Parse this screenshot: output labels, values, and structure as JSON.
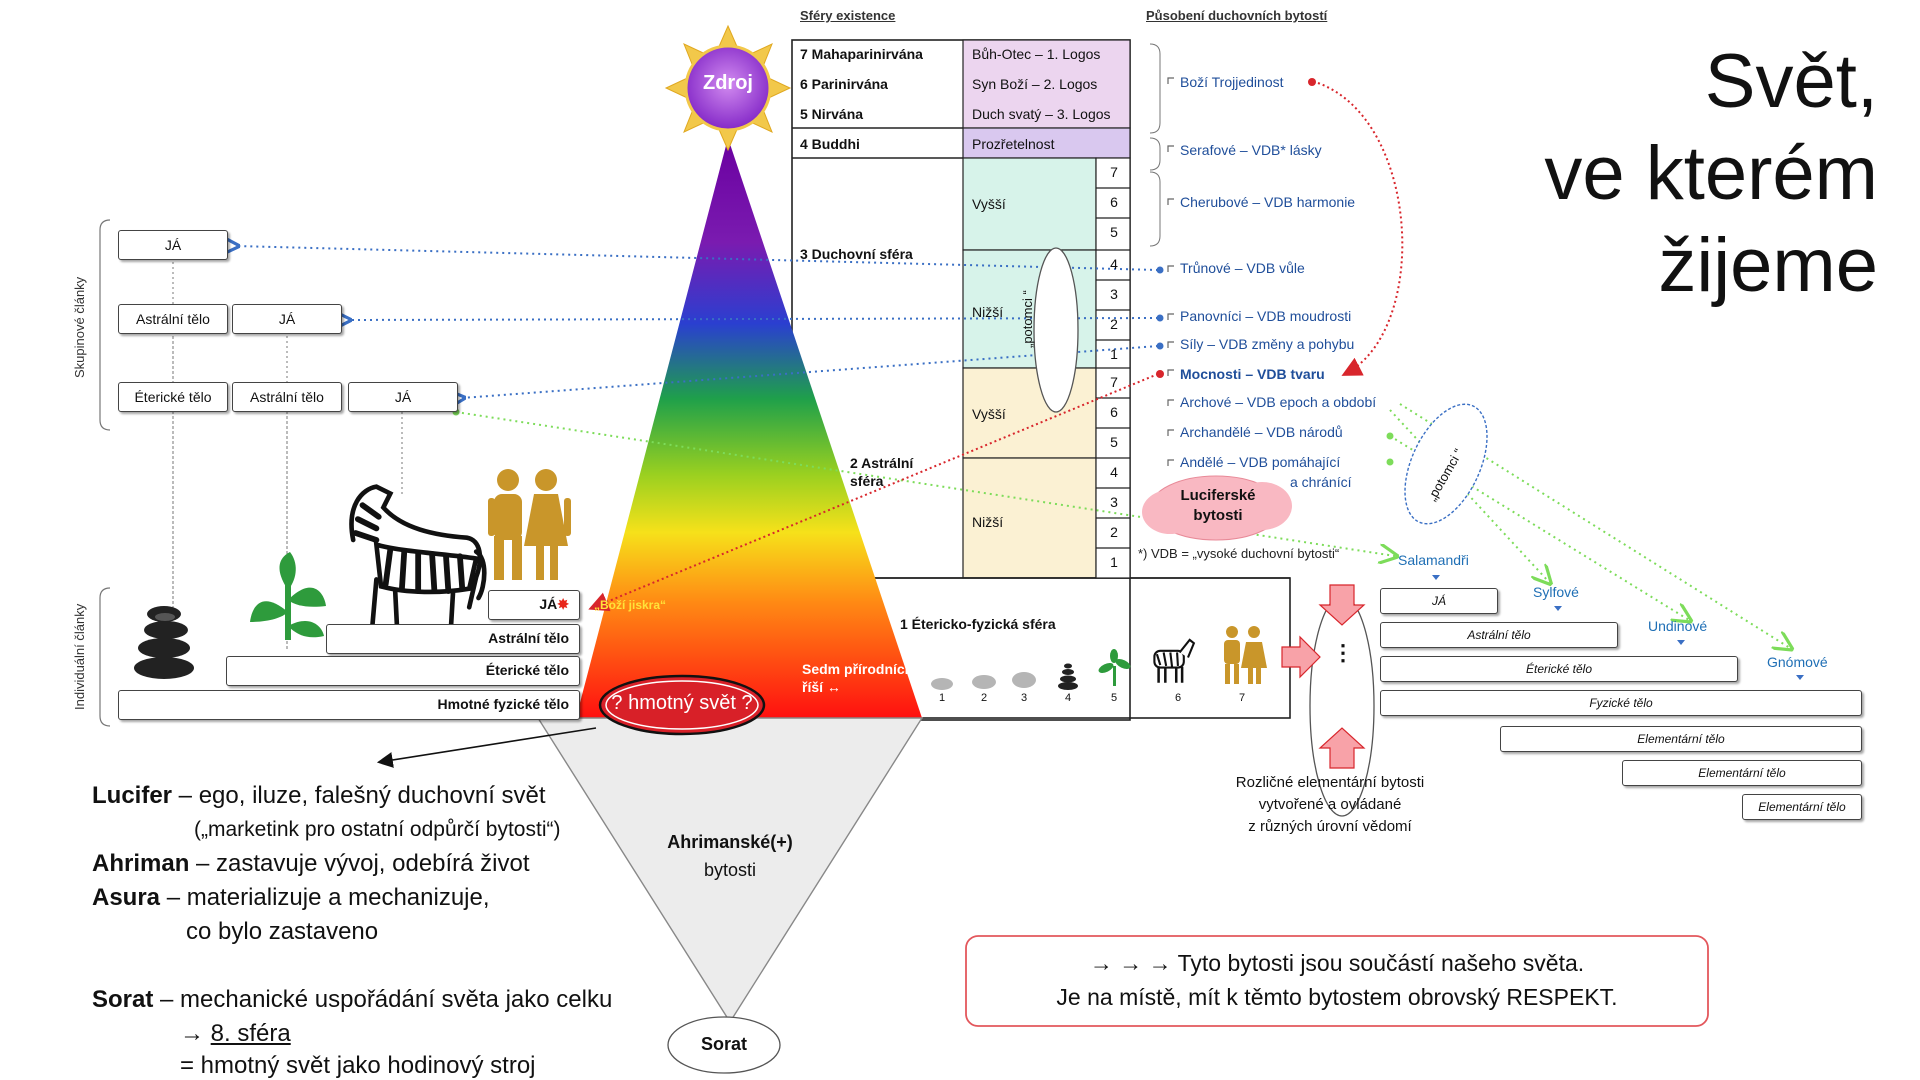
{
  "title": {
    "line1": "Svět,",
    "line2": "ve kterém",
    "line3": "žijeme"
  },
  "headers": {
    "spheres": "Sféry existence",
    "beings": "Působení duchovních bytostí"
  },
  "source": "Zdroj",
  "spheres": {
    "s7": "7 Mahaparinirvána",
    "s6": "6 Parinirvána",
    "s5": "5 Nirvána",
    "s4": "4 Buddhi",
    "s3": "3 Duchovní sféra",
    "s2": "2 Astrální sféra",
    "s1": "1 Étericko-fyzická sféra",
    "seven_kingdoms": "Sedm přírodních říší",
    "logos": [
      "Bůh-Otec – 1. Logos",
      "Syn Boží – 2. Logos",
      "Duch svatý – 3. Logos"
    ],
    "providence": "Prozřetelnost",
    "upper": "Vyšší",
    "lower": "Nižší",
    "numbers": [
      "7",
      "6",
      "5",
      "4",
      "3",
      "2",
      "1"
    ],
    "kingdom_numbers": [
      "1",
      "2",
      "3",
      "4",
      "5",
      "6",
      "7"
    ]
  },
  "beings": {
    "trinity": "Boží Trojjedinost",
    "seraphim": "Serafové – VDB* lásky",
    "cherubim": "Cherubové – VDB harmonie",
    "thrones": "Trůnové – VDB vůle",
    "dominions": "Panovníci – VDB moudrosti",
    "virtues": "Síly – VDB změny a pohybu",
    "powers": "Mocnosti – VDB tvaru",
    "archai": "Archové – VDB epoch a období",
    "archangels": "Archandělé – VDB národů",
    "angels": "Andělé – VDB  pomáhající",
    "angels2": "a chránící",
    "footnote": "*) VDB = „vysoké duchovní bytosti“",
    "luciferic": "Luciferské bytosti",
    "potomci": "„potomci “"
  },
  "left": {
    "group_label": "Skupinové články",
    "individual_label": "Individuální články",
    "ja": "JÁ",
    "astral": "Astrální tělo",
    "etheric": "Éterické tělo",
    "physical": "Hmotné fyzické tělo",
    "spark": "„Boží jiskra“"
  },
  "material_world": "? hmotný svět ?",
  "elemental": {
    "salamanders": "Salamandři",
    "sylphs": "Sylfové",
    "undines": "Undinové",
    "gnomes": "Gnómové",
    "ja": "JÁ",
    "astral": "Astrální tělo",
    "etheric": "Éterické tělo",
    "physical": "Fyzické tělo",
    "elemental_body": "Elementární tělo",
    "caption": [
      "Rozličné elementární bytosti",
      "vytvořené a ovládané",
      "z různých úrovní vědomí"
    ],
    "dots": "⋮"
  },
  "ahriman_beings": {
    "line1": "Ahrimanské(+)",
    "line2": "bytosti"
  },
  "sorat": "Sorat",
  "lower_text": {
    "lucifer_name": "Lucifer",
    "lucifer_desc": " – ego, iluze, falešný duchovní svět",
    "lucifer_note": "(„marketink pro ostatní odpůrčí bytosti“)",
    "ahriman_name": "Ahriman",
    "ahriman_desc": " – zastavuje vývoj, odebírá život",
    "asura_name": "Asura",
    "asura_desc": " – materializuje a mechanizuje,",
    "asura_desc2": "co bylo zastaveno",
    "sorat_name": "Sorat",
    "sorat_desc": " – mechanické uspořádání světa jako celku",
    "sorat_arrow": "→ ",
    "sorat_sphere": "8. sféra",
    "sorat_desc3": "= hmotný svět jako hodinový stroj"
  },
  "respect": {
    "line1": "→ → → Tyto bytosti jsou součástí našeho světa.",
    "line2": "Je na místě, mít k těmto bytostem obrovský RESPEKT."
  },
  "colors": {
    "blue_dots": "#3a6fc4",
    "green_dots": "#7ddc5a",
    "red_dots": "#d8262c",
    "spheres_pink": "#ecd5ef",
    "spheres_violet": "#d9c8ef",
    "spheres_mint": "#d7f3ea",
    "spheres_cream": "#fbf1d3"
  }
}
